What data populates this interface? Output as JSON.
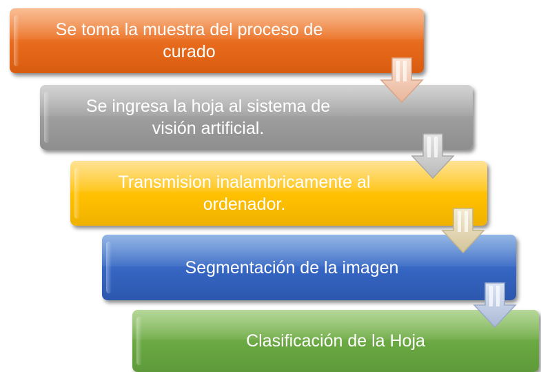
{
  "steps": [
    {
      "text": "Se toma la muestra del proceso de\ncurado",
      "color": "#e86a1c"
    },
    {
      "text": "Se ingresa la hoja al sistema de\nvisión artificial.",
      "color": "#9c9c9c"
    },
    {
      "text": "Transmision inalambricamente al\nordenador.",
      "color": "#ffc000"
    },
    {
      "text": "Segmentación de la imagen",
      "color": "#3565c2"
    },
    {
      "text": "Clasificación de la Hoja",
      "color": "#6aa843"
    }
  ],
  "arrow_icon": "down-arrow-icon"
}
